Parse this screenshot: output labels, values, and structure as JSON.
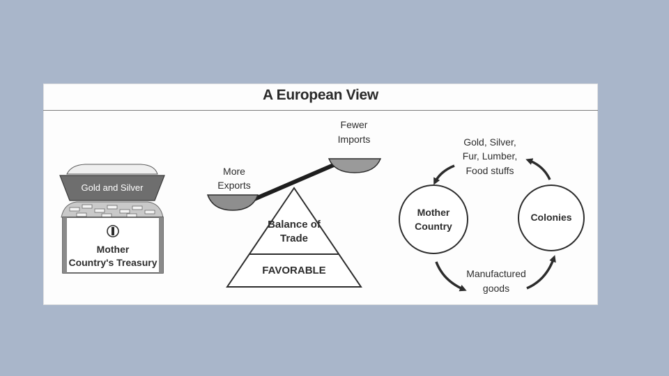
{
  "title": "A European View",
  "treasury": {
    "metal_label": "Gold and Silver",
    "line1": "Mother",
    "line2": "Country's Treasury"
  },
  "scale": {
    "exports_line1": "More",
    "exports_line2": "Exports",
    "imports_line1": "Fewer",
    "imports_line2": "Imports",
    "pyramid_line1": "Balance of",
    "pyramid_line2": "Trade",
    "pyramid_base": "FAVORABLE"
  },
  "cycle": {
    "mother_line1": "Mother",
    "mother_line2": "Country",
    "colonies": "Colonies",
    "raw_line1": "Gold, Silver,",
    "raw_line2": "Fur, Lumber,",
    "raw_line3": "Food stuffs",
    "goods_line1": "Manufactured",
    "goods_line2": "goods"
  },
  "colors": {
    "background": "#a9b6ca",
    "panel": "#fdfdfd",
    "ink": "#2c2c2c",
    "metal": "#6e6e6e"
  }
}
